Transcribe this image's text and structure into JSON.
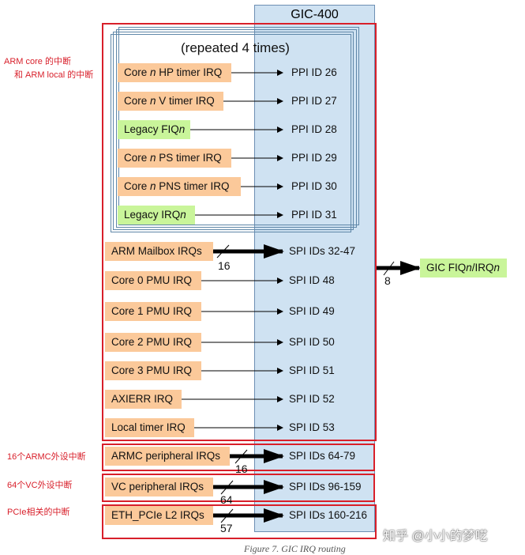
{
  "gic_title": "GIC-400",
  "repeated_label": "(repeated 4 times)",
  "annotations": {
    "arm_core_line1": "ARM core 的中断",
    "arm_core_line2": "和 ARM local 的中断",
    "armc": "16个ARMC外设中断",
    "vc": "64个VC外设中断",
    "pcie": "PCIe相关的中断"
  },
  "ppi": [
    {
      "pre": "Core ",
      "n": "n",
      "post": " HP timer IRQ",
      "target": "PPI ID 26",
      "color": "orange"
    },
    {
      "pre": "Core ",
      "n": "n",
      "post": " V timer IRQ",
      "target": "PPI ID 27",
      "color": "orange"
    },
    {
      "pre": "Legacy FIQ",
      "n": "n",
      "post": "",
      "target": "PPI ID 28",
      "color": "green"
    },
    {
      "pre": "Core ",
      "n": "n",
      "post": " PS timer IRQ",
      "target": "PPI ID 29",
      "color": "orange"
    },
    {
      "pre": "Core ",
      "n": "n",
      "post": " PNS timer IRQ",
      "target": "PPI ID 30",
      "color": "orange"
    },
    {
      "pre": "Legacy IRQ",
      "n": "n",
      "post": "",
      "target": "PPI ID 31",
      "color": "green"
    }
  ],
  "spi": [
    {
      "label": "ARM Mailbox IRQs",
      "target": "SPI IDs 32-47",
      "count": "16"
    },
    {
      "label": "Core 0 PMU IRQ",
      "target": "SPI ID 48"
    },
    {
      "label": "Core 1 PMU IRQ",
      "target": "SPI ID 49"
    },
    {
      "label": "Core 2 PMU IRQ",
      "target": "SPI ID 50"
    },
    {
      "label": "Core 3 PMU IRQ",
      "target": "SPI ID 51"
    },
    {
      "label": "AXIERR IRQ",
      "target": "SPI ID 52"
    },
    {
      "label": "Local timer IRQ",
      "target": "SPI ID 53"
    }
  ],
  "peripheral": [
    {
      "label": "ARMC peripheral IRQs",
      "target": "SPI IDs 64-79",
      "count": "16"
    },
    {
      "label": "VC peripheral IRQs",
      "target": "SPI IDs 96-159",
      "count": "64"
    },
    {
      "label": "ETH_PCIe L2 IRQs",
      "target": "SPI IDs 160-216",
      "count": "57"
    }
  ],
  "output": {
    "pre": "GIC FIQ",
    "n": "n",
    "mid": "/IRQ",
    "n2": "n",
    "count": "8"
  },
  "caption": "Figure 7. GIC IRQ routing",
  "watermark": "知乎 @小小的梦呓",
  "colors": {
    "orange": "#fbc99a",
    "green": "#c9f59a",
    "gic": "#cfe2f2",
    "red": "#d81f2a"
  }
}
